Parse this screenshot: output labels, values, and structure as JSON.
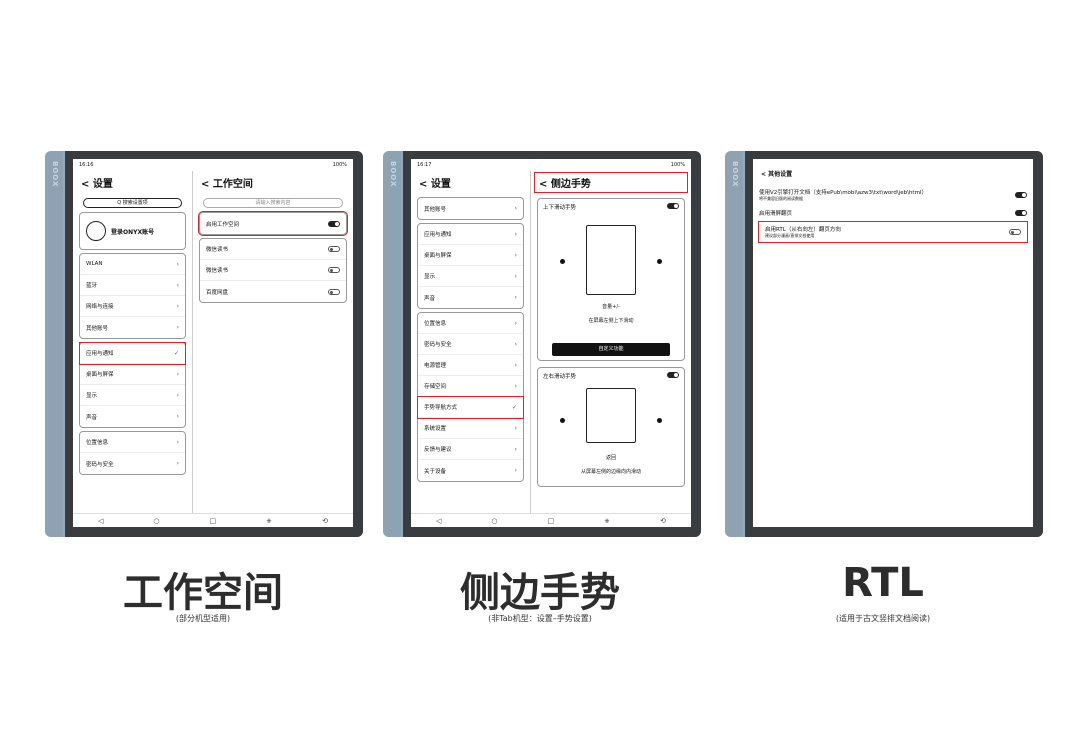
{
  "brand": "BOOX",
  "nav": [
    "◁",
    "○",
    "□",
    "⧺",
    "⟲"
  ],
  "p1": {
    "time": "16:16",
    "battery": "100%",
    "title": "< 设置",
    "search": "Q 搜索设置项",
    "account": "登录ONYX账号",
    "groups": [
      [
        "WLAN",
        "蓝牙",
        "网络与连接",
        "其他账号"
      ],
      [
        "应用与通知",
        "桌面与屏保",
        "显示",
        "声音"
      ],
      [
        "位置信息",
        "密码与安全"
      ]
    ],
    "rtitle": "< 工作空间",
    "rsearch": "请输入搜索内容",
    "ws_label": "启用工作空间",
    "apps": [
      "微信读书",
      "微信读书",
      "百度网盘"
    ],
    "caption": "工作空间",
    "note": "(部分机型适用)"
  },
  "p2": {
    "time": "16:17",
    "battery": "100%",
    "title": "< 设置",
    "groups": [
      [
        "其他账号"
      ],
      [
        "应用与通知",
        "桌面与屏保",
        "显示",
        "声音"
      ],
      [
        "位置信息",
        "密码与安全",
        "电源管理",
        "存储空间",
        "手势导航方式",
        "系统设置",
        "反馈与建议",
        "关于设备"
      ]
    ],
    "rtitle": "< 侧边手势",
    "g1": "上下滑动手势",
    "g1a": "音量+/-",
    "g1b": "在屏幕左侧上下滑动",
    "btn": "自定义功能",
    "g2": "左右滑动手势",
    "g2a": "返回",
    "g2b": "从屏幕左侧的边缘向内滑动",
    "caption": "侧边手势",
    "note": "(非Tab机型：设置–手势设置)"
  },
  "p3": {
    "title": "< 其他设置",
    "r1": "使用V2引擎打开文档（支持ePub\\mobi\\azw3\\txt\\word\\jeb\\html）",
    "r1s": "将不兼容旧版的阅读数据",
    "r2": "启用滑屏翻页",
    "r3": "启用RTL（从右向左）翻页方向",
    "r3s": "建议部分漫画/直排文档使用",
    "caption": "RTL",
    "note": "(适用于古文竖排文档阅读)"
  }
}
